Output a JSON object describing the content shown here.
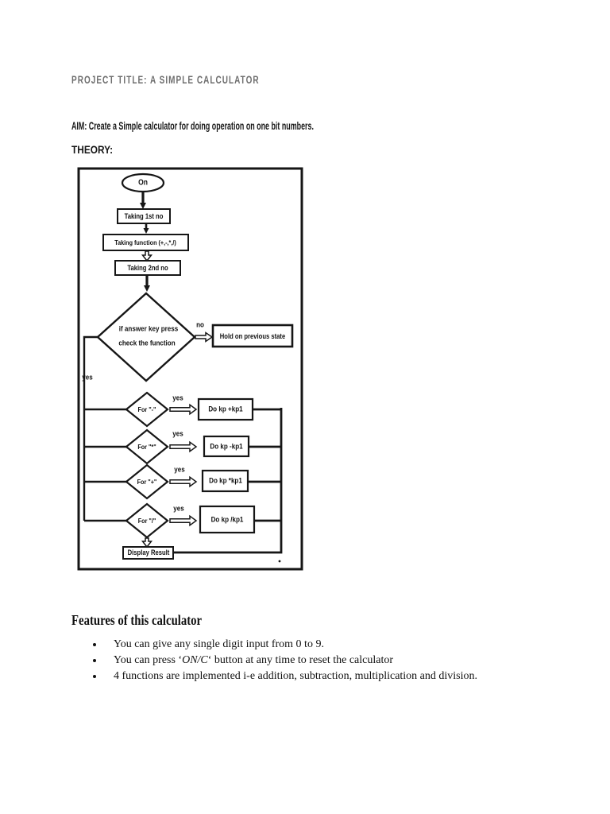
{
  "document": {
    "title": "PROJECT TITLE: A SIMPLE CALCULATOR",
    "aim": "AIM: Create a Simple calculator for doing operation on one bit numbers.",
    "theory_label": "THEORY:"
  },
  "flowchart": {
    "start": "On",
    "steps": [
      "Taking 1st no",
      "Taking function (+,-,*,/)",
      "Taking 2nd no"
    ],
    "decision": {
      "line1": "if answer key press",
      "line2": "check the function",
      "no_label": "no",
      "yes_label": "yes"
    },
    "hold_state": "Hold on previous state",
    "branches": [
      {
        "condition": "For \"-\"",
        "yes_label": "yes",
        "action": "Do kp +kp1"
      },
      {
        "condition": "For \"*\"",
        "yes_label": "yes",
        "action": "Do kp -kp1"
      },
      {
        "condition": "For \"+\"",
        "yes_label": "yes",
        "action": "Do kp *kp1"
      },
      {
        "condition": "For \"/\"",
        "yes_label": "yes",
        "action": "Do kp /kp1"
      }
    ],
    "display_result": "Display Result"
  },
  "features": {
    "heading": "Features of this calculator",
    "bullets": [
      {
        "text": "You can give any single digit input from 0 to 9."
      },
      {
        "prefix": "You can press ‘",
        "emphasis": "ON/C",
        "suffix": "‘ button at any time to reset the calculator"
      },
      {
        "text": "4 functions are implemented i-e addition, subtraction, multiplication and division."
      }
    ]
  },
  "colors": {
    "paper": "#ffffff",
    "ink": "#161616",
    "title_gray": "#6e6e6e"
  }
}
